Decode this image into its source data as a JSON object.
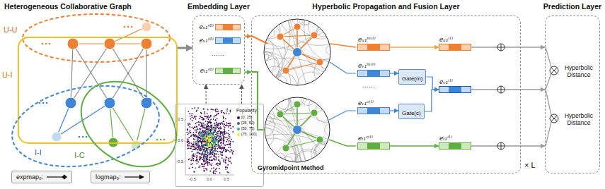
{
  "diagram": {
    "nodes": [
      {
        "text": [
          "U-U"
        ]
      },
      {
        "text": [
          "U-I"
        ]
      },
      {
        "text": [
          "I-I"
        ]
      },
      {
        "text": [
          "I-C"
        ]
      },
      {
        "text": [
          "expmap₀:"
        ]
      },
      {
        "text": [
          "logmap₀:"
        ]
      },
      {
        "text": [
          "Embedding Layer"
        ]
      },
      {
        "text": [
          "eᵤ₁⁽⁰⁾"
        ],
        "in": 6
      },
      {
        "text": [
          "eᵥ₁⁽⁰⁾"
        ],
        "in": 6
      },
      {
        "text": [
          "eₜ₁⁽⁰⁾"
        ],
        "in": 6
      },
      {
        "text": [
          "Popularity"
        ]
      },
      {
        "text": [
          "Hyperbolic Propagation and Fusion Layer"
        ]
      },
      {
        "text": [
          "eᵤ₁ᵐ⁽ˡ⁾"
        ],
        "in": 11
      },
      {
        "text": [
          "eᵤ₁⁽ˡ⁾"
        ],
        "in": 11
      },
      {
        "text": [
          "eᵥ₁ᵐ⁽ˡ⁾"
        ],
        "in": 11
      },
      {
        "text": [
          "Gate(m)"
        ],
        "in": 11
      },
      {
        "text": [
          "eᵥ₁⁽ˡ⁾"
        ],
        "in": 11
      },
      {
        "text": [
          "Gate(c)"
        ],
        "in": 11
      },
      {
        "text": [
          "eᵥ₁ᶜ⁽ˡ⁾"
        ],
        "in": 11
      },
      {
        "text": [
          "eₜ₁ᶜ⁽ˡ⁾"
        ],
        "in": 11
      },
      {
        "text": [
          "eₜ₁⁽ˡ⁾"
        ],
        "in": 11
      },
      {
        "text": [
          "Prediction Layer"
        ]
      }
    ],
    "edges": [
      {
        "from": 1,
        "to": 6,
        "arrow": "to"
      },
      {
        "from": 10,
        "to": 6,
        "arrow": "to"
      },
      {
        "from": 10,
        "to": 6,
        "arrow": "to"
      },
      {
        "from": 6,
        "to": 11,
        "arrow": "to"
      },
      {
        "from": 6,
        "to": 11,
        "arrow": "to"
      },
      {
        "from": 12,
        "to": 13,
        "arrow": "to"
      },
      {
        "from": 14,
        "to": 15,
        "arrow": "to"
      },
      {
        "from": 15,
        "to": 16,
        "arrow": "to"
      },
      {
        "from": 18,
        "to": 17,
        "arrow": "to"
      },
      {
        "from": 17,
        "to": 16,
        "arrow": "to"
      },
      {
        "from": 19,
        "to": 20,
        "arrow": "to"
      },
      {
        "from": 13,
        "to": 21,
        "arrow": "to"
      },
      {
        "from": 16,
        "to": 21,
        "arrow": "to"
      },
      {
        "from": 20,
        "to": 21,
        "arrow": "to"
      }
    ],
    "labels": [
      "Heterogeneous Collaborative Graph",
      "......",
      "......",
      "Gyromidpoint Method",
      "× L",
      "Hyperbolic Distance",
      "Hyperbolic Distance",
      "0.5",
      "0.0",
      "-0.5",
      "-0.5",
      "0.0",
      "0.5"
    ],
    "legend": [
      {
        "text": "[0, 25)",
        "color": "#440154"
      },
      {
        "text": "[25, 50)",
        "color": "#31688e"
      },
      {
        "text": "[50, 75)",
        "color": "#35b779"
      },
      {
        "text": "[75, 100]",
        "color": "#fde725"
      }
    ]
  }
}
